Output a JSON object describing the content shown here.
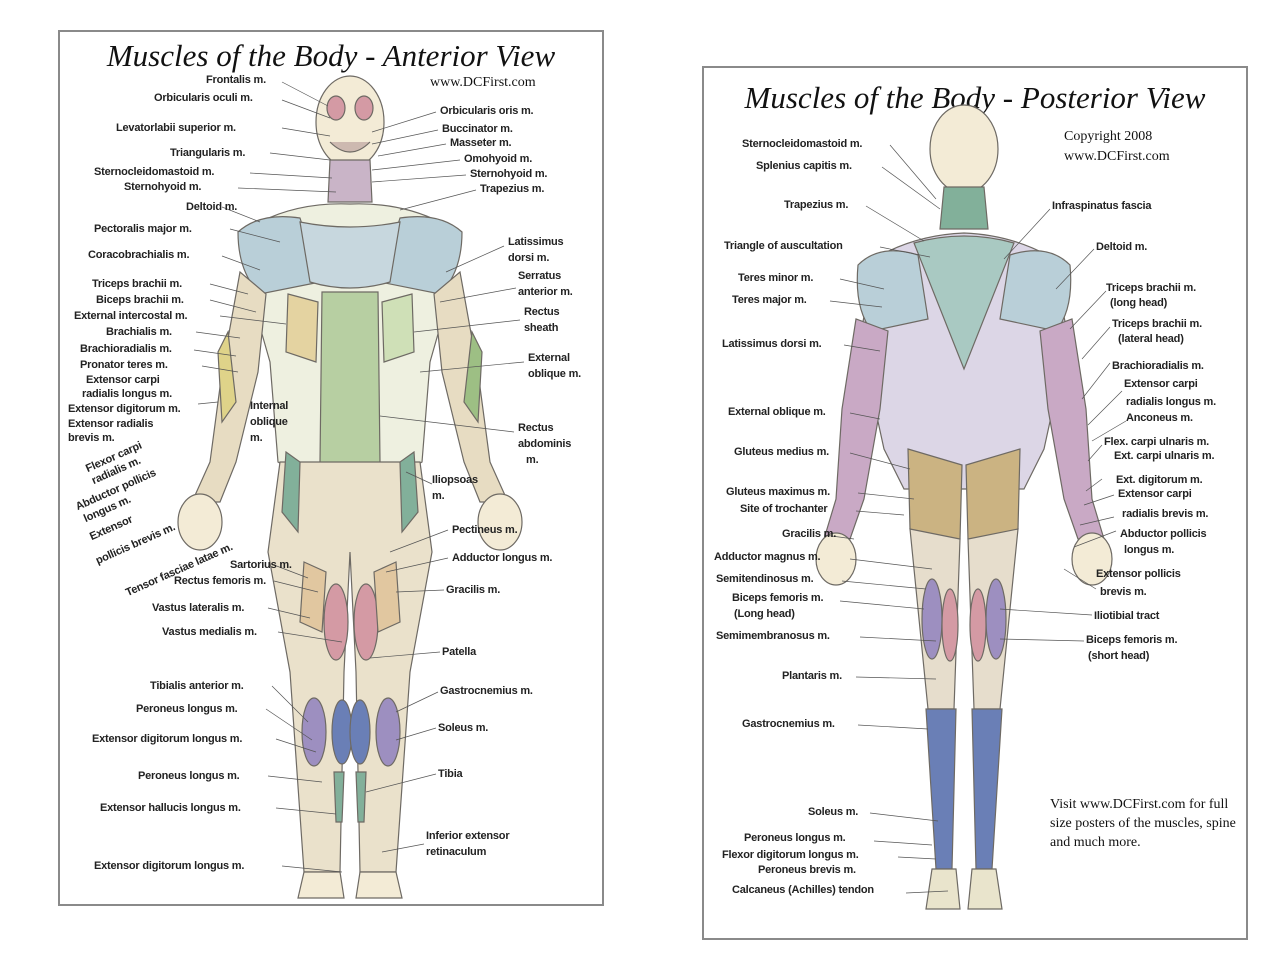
{
  "anterior": {
    "title": "Muscles of the Body - Anterior View",
    "website": "www.DCFirst.com",
    "labels_left": [
      "Frontalis m.",
      "Orbicularis oculi m.",
      "Levatorlabii superior m.",
      "Triangularis m.",
      "Sternocleidomastoid m.",
      "Sternohyoid m.",
      "Deltoid m.",
      "Pectoralis major m.",
      "Coracobrachialis m.",
      "Triceps brachii m.",
      "Biceps brachii m.",
      "External intercostal m.",
      "Brachialis m.",
      "Brachioradialis m.",
      "Pronator teres m.",
      "Extensor carpi",
      "radialis longus m.",
      "Extensor digitorum m.",
      "Extensor radialis",
      "brevis m.",
      "Flexor carpi",
      "radialis m.",
      "Abductor pollicis",
      "longus m.",
      "Extensor",
      "pollicis brevis m.",
      "Tensor fasciae latae m.",
      "Sartorius m.",
      "Rectus femoris m.",
      "Vastus lateralis m.",
      "Vastus medialis m.",
      "Tibialis anterior m.",
      "Peroneus longus m.",
      "Extensor digitorum longus m.",
      "Peroneus longus m.",
      "Extensor hallucis longus m.",
      "Extensor digitorum longus m."
    ],
    "labels_center": [
      "Internal",
      "oblique",
      "m."
    ],
    "labels_right": [
      "Orbicularis oris m.",
      "Buccinator m.",
      "Masseter m.",
      "Omohyoid m.",
      "Sternohyoid m.",
      "Trapezius m.",
      "Latissimus",
      "dorsi m.",
      "Serratus",
      "anterior m.",
      "Rectus",
      "sheath",
      "External",
      "oblique m.",
      "Rectus",
      "abdominis",
      "m.",
      "Iliopsoas",
      "m.",
      "Pectineus m.",
      "Adductor longus m.",
      "Gracilis m.",
      "Patella",
      "Gastrocnemius m.",
      "Soleus m.",
      "Tibia",
      "Inferior extensor",
      "retinaculum"
    ]
  },
  "posterior": {
    "title": "Muscles of the Body - Posterior View",
    "copyright": "Copyright 2008",
    "website": "www.DCFirst.com",
    "labels_left": [
      "Sternocleidomastoid m.",
      "Splenius capitis m.",
      "Trapezius m.",
      "Triangle of auscultation",
      "Teres minor m.",
      "Teres major m.",
      "Latissimus dorsi m.",
      "External oblique m.",
      "Gluteus medius m.",
      "Gluteus maximus m.",
      "Site of trochanter",
      "Gracilis m.",
      "Adductor magnus m.",
      "Semitendinosus m.",
      "Biceps femoris m.",
      "(Long head)",
      "Semimembranosus m.",
      "Plantaris m.",
      "Gastrocnemius m.",
      "Soleus m.",
      "Peroneus longus m.",
      "Flexor digitorum longus m.",
      "Peroneus brevis m.",
      "Calcaneus (Achilles) tendon"
    ],
    "labels_right": [
      "Infraspinatus fascia",
      "Deltoid m.",
      "Triceps brachii m.",
      "(long head)",
      "Triceps brachii m.",
      "(lateral head)",
      "Brachioradialis m.",
      "Extensor carpi",
      "radialis longus m.",
      "Anconeus m.",
      "Flex. carpi ulnaris m.",
      "Ext. carpi ulnaris m.",
      "Ext. digitorum m.",
      "Extensor carpi",
      "radialis brevis m.",
      "Abductor pollicis",
      "longus m.",
      "Extensor pollicis",
      "brevis m.",
      "Iliotibial tract",
      "Biceps femoris m.",
      "(short head)"
    ],
    "visit_text": "Visit www.DCFirst.com for full size posters of the muscles, spine and much more."
  },
  "colors": {
    "skin": "#f3ebd6",
    "outline": "#6e6a64",
    "deltoid_blue": "#b9cfd8",
    "muscle_pink": "#d49aa4",
    "muscle_green": "#9dbf84",
    "muscle_purple": "#9d8fc0",
    "muscle_navy": "#6a7fb6",
    "gluteus_tan": "#cbb382",
    "tendon_green": "#82b09a"
  }
}
